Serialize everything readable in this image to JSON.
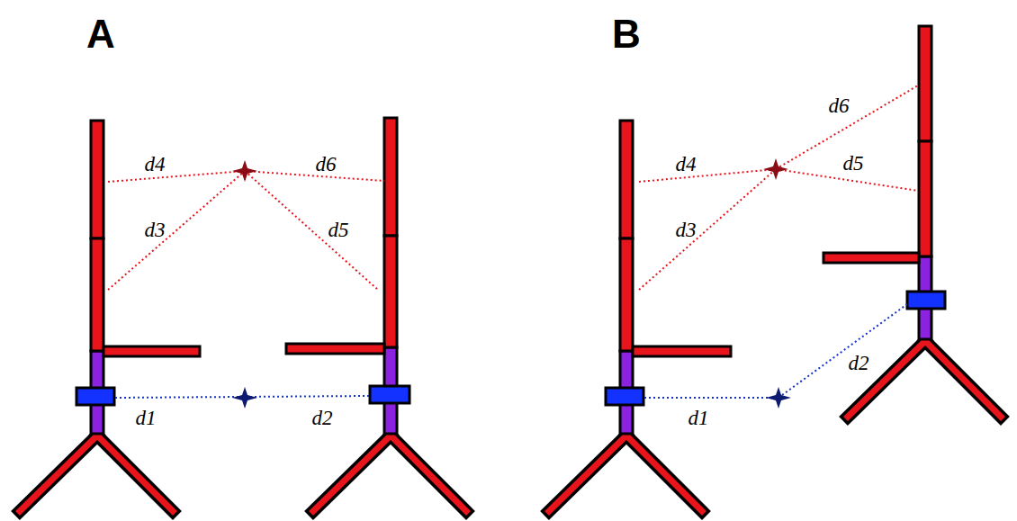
{
  "diagram": {
    "labels": [
      "A",
      "B",
      "d4",
      "d6",
      "d3",
      "d5",
      "d1",
      "d2",
      "d4",
      "d3",
      "d6",
      "d5",
      "d1",
      "d2"
    ]
  }
}
